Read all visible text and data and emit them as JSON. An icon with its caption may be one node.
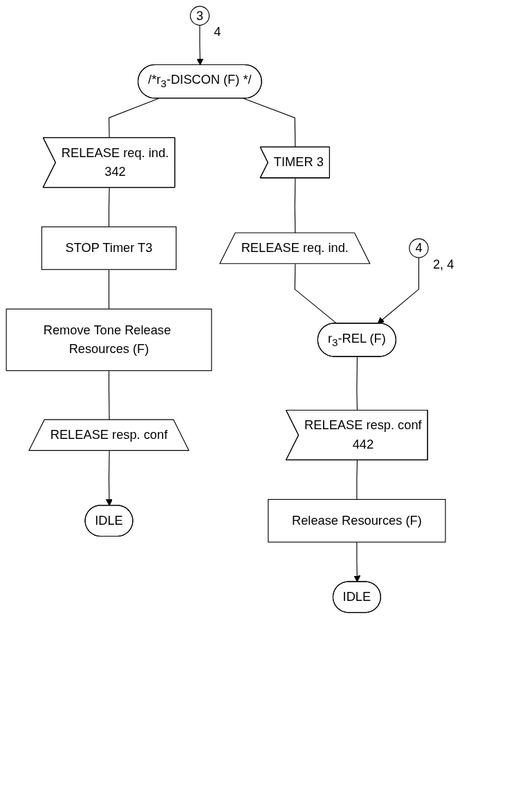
{
  "diagram": {
    "nodes": [
      {
        "text": [
          "3"
        ],
        "beside": [
          "4"
        ]
      },
      {
        "text": [
          "/*r$_{3}$-DISCON (F) */"
        ]
      },
      {
        "text": [
          "RELEASE req. ind.",
          "342"
        ]
      },
      {
        "text": [
          "STOP Timer T3"
        ]
      },
      {
        "text": [
          "Remove Tone Release Resources (F)"
        ]
      },
      {
        "text": [
          "RELEASE resp. conf"
        ]
      },
      {
        "text": [
          "IDLE"
        ]
      },
      {
        "text": [
          "TIMER 3"
        ]
      },
      {
        "text": [
          "RELEASE req. ind."
        ]
      },
      {
        "text": [
          "4"
        ],
        "beside": [
          "2, 4"
        ]
      },
      {
        "text": [
          "r$_{3}$-REL (F)"
        ]
      },
      {
        "text": [
          "RELEASE resp. conf",
          "442"
        ]
      },
      {
        "text": [
          "Release Resources (F)"
        ]
      },
      {
        "text": [
          "IDLE"
        ]
      }
    ],
    "edges": [
      {
        "from": 0,
        "to": 1,
        "arrow": "to"
      },
      {
        "from": 1,
        "to": 2,
        "arrow": "none"
      },
      {
        "from": 1,
        "to": 7,
        "arrow": "none"
      },
      {
        "from": 2,
        "to": 3,
        "arrow": "none"
      },
      {
        "from": 3,
        "to": 4,
        "arrow": "none"
      },
      {
        "from": 4,
        "to": 5,
        "arrow": "none"
      },
      {
        "from": 5,
        "to": 6,
        "arrow": "to"
      },
      {
        "from": 7,
        "to": 8,
        "arrow": "none"
      },
      {
        "from": 8,
        "to": 10,
        "arrow": "none"
      },
      {
        "from": 9,
        "to": 10,
        "arrow": "to"
      },
      {
        "from": 10,
        "to": 11,
        "arrow": "none"
      },
      {
        "from": 11,
        "to": 12,
        "arrow": "none"
      },
      {
        "from": 12,
        "to": 13,
        "arrow": "to"
      }
    ]
  }
}
